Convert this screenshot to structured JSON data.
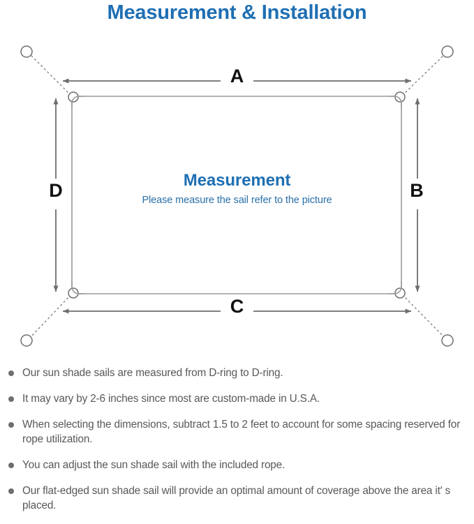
{
  "page": {
    "title": "Measurement & Installation",
    "title_color": "#1E6FB3",
    "background": "#ffffff"
  },
  "diagram": {
    "name": "sun-shade-sail-measurement-diagram",
    "sail_caption_title": "Measurement",
    "sail_caption_subtitle": "Please measure the sail refer to the picture",
    "caption_title_color": "#1E6FB3",
    "caption_subtitle_color": "#2A6FA8",
    "line_color": "#8C8C8C",
    "arrow_color": "#6E6E70",
    "label_color": "#111111",
    "dimension_labels": [
      {
        "id": "A",
        "label": "A",
        "position": "top",
        "orientation": "horizontal"
      },
      {
        "id": "B",
        "label": "B",
        "position": "right",
        "orientation": "vertical"
      },
      {
        "id": "C",
        "label": "C",
        "position": "bottom",
        "orientation": "horizontal"
      },
      {
        "id": "D",
        "label": "D",
        "position": "left",
        "orientation": "vertical"
      }
    ],
    "corner_d_rings": [
      {
        "id": "top-left",
        "anchor": "outer-circle-top-left"
      },
      {
        "id": "top-right",
        "anchor": "outer-circle-top-right"
      },
      {
        "id": "bottom-left",
        "anchor": "outer-circle-bottom-left"
      },
      {
        "id": "bottom-right",
        "anchor": "outer-circle-bottom-right"
      }
    ]
  },
  "notes": {
    "bullet_color": "#6E6E70",
    "text_color": "#58585A",
    "items": [
      "Our sun shade sails are measured from D-ring to D-ring.",
      "It may vary by 2-6 inches since most are custom-made in U.S.A.",
      "When selecting the dimensions, subtract 1.5 to 2 feet to account for some spacing reserved for rope utilization.",
      "You can adjust the sun shade sail with the included rope.",
      "Our flat-edged sun shade sail will provide an optimal amount of coverage above the area it′ s placed."
    ]
  }
}
